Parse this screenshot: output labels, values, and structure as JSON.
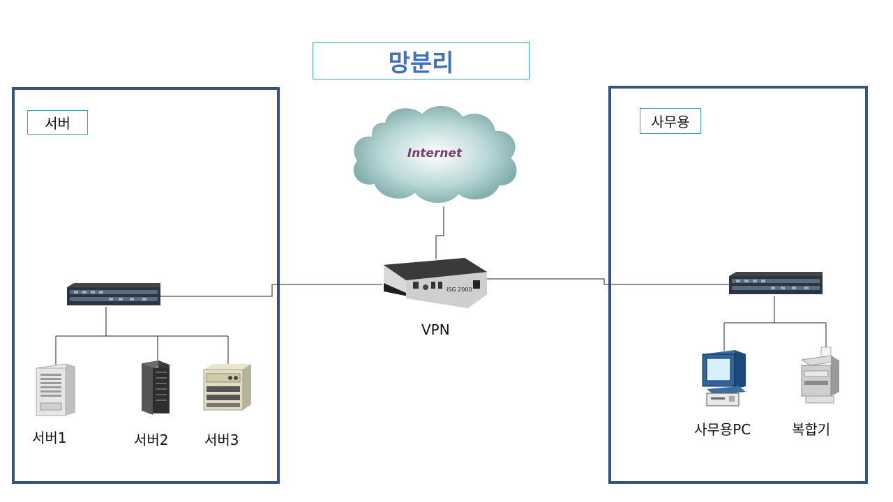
{
  "title": "망분리",
  "cloud_label": "Internet",
  "vpn_label": "VPN",
  "vpn_device_text": "ISG 2000",
  "server_zone": {
    "label": "서버",
    "servers": [
      {
        "label": "서버1"
      },
      {
        "label": "서버2"
      },
      {
        "label": "서버3"
      }
    ]
  },
  "office_zone": {
    "label": "사무용",
    "devices": [
      {
        "label": "사무용PC"
      },
      {
        "label": "복합기"
      }
    ]
  },
  "colors": {
    "title": "#3f6fbf",
    "zone_border": "#355484",
    "label_border": "#3aa0b8",
    "cloud_text": "#7a3c6e"
  }
}
